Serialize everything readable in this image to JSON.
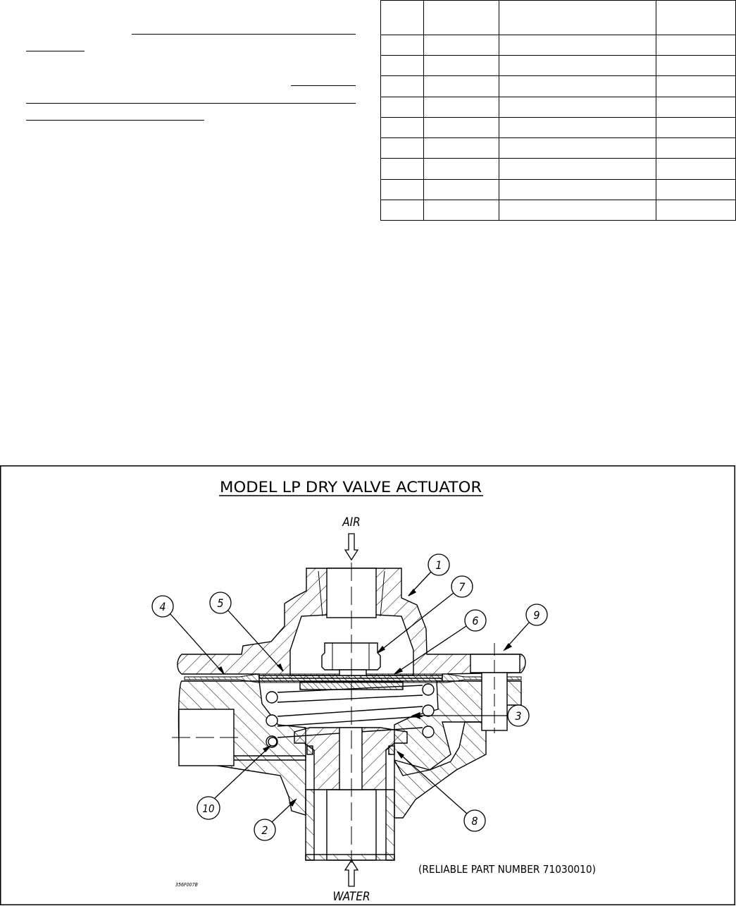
{
  "title": "MODEL LP DRY VALVE ACTUATOR",
  "labels": {
    "air": "AIR",
    "water": "WATER",
    "part_number_note": "(RELIABLE PART NUMBER 71030010)",
    "drawing_code": "356F007B"
  },
  "callouts": [
    "1",
    "2",
    "3",
    "4",
    "5",
    "6",
    "7",
    "8",
    "9",
    "10"
  ],
  "parts_table": {
    "header": [
      "",
      "",
      "",
      ""
    ],
    "rows": [
      [
        "",
        "",
        "",
        ""
      ],
      [
        "",
        "",
        "",
        ""
      ],
      [
        "",
        "",
        "",
        ""
      ],
      [
        "",
        "",
        "",
        ""
      ],
      [
        "",
        "",
        "",
        ""
      ],
      [
        "",
        "",
        "",
        ""
      ],
      [
        "",
        "",
        "",
        ""
      ],
      [
        "",
        "",
        "",
        ""
      ],
      [
        "",
        "",
        "",
        ""
      ]
    ]
  }
}
